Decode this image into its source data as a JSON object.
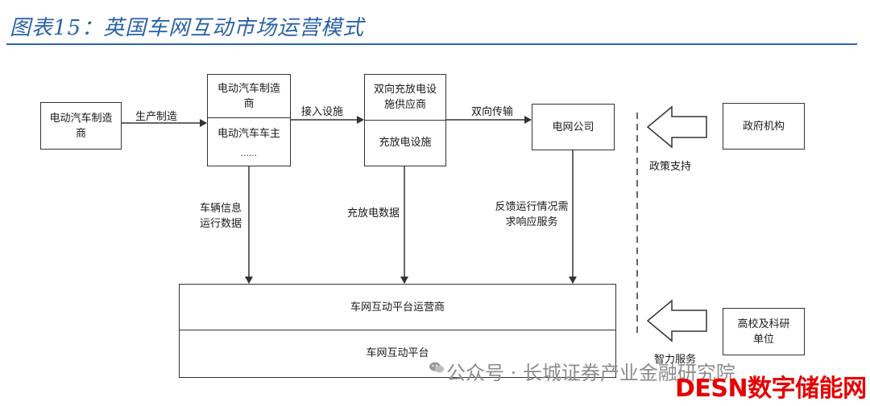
{
  "title": "图表15：英国车网互动市场运营模式",
  "nodes": {
    "manufacturer": "电动汽车制造商",
    "ev_maker": "电动汽车制造商",
    "ev_owner": "电动汽车车主",
    "ev_more": "……",
    "bi_supplier": "双向充放电设施供应商",
    "charging_facility": "充放电设施",
    "grid_company": "电网公司",
    "government": "政府机构",
    "university": "高校及科研单位",
    "platform_operator": "车网互动平台运营商",
    "platform": "车网互动平台"
  },
  "edges": {
    "production": "生产制造",
    "access": "接入设施",
    "bidirectional": "双向传输",
    "vehicle_info": "车辆信息运行数据",
    "charge_data": "充放电数据",
    "feedback": "反馈运行情况需求响应服务",
    "policy": "政策支持",
    "intellect": "智力服务"
  },
  "watermark": "公众号 · 长城证券产业金融研究院",
  "logo": {
    "latin": "DESN",
    "cjk": "数字储能网"
  }
}
